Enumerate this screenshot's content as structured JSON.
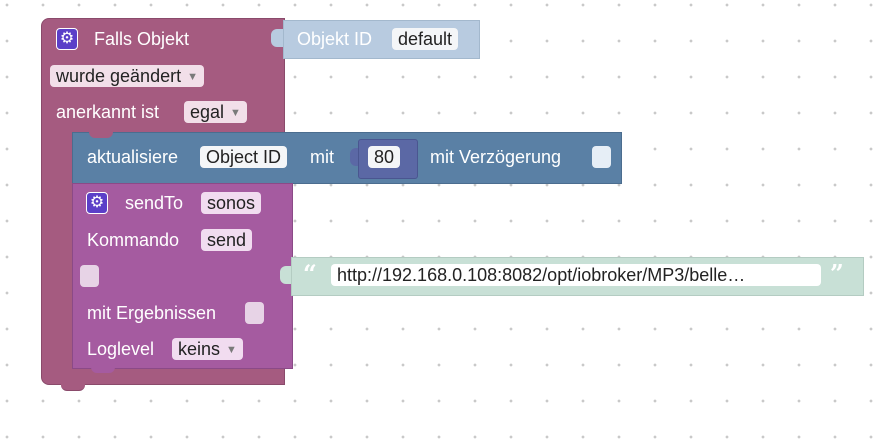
{
  "trigger": {
    "title": "Falls Objekt",
    "object_id_label": "Objekt ID",
    "object_id_value": "default",
    "changed_option": "wurde geändert",
    "ack_label": "anerkannt ist",
    "ack_option": "egal"
  },
  "update": {
    "prefix": "aktualisiere",
    "object_id_field": "Object ID",
    "with_label": "mit",
    "value": "80",
    "delay_label": "mit Verzögerung"
  },
  "sendto": {
    "title": "sendTo",
    "instance": "sonos",
    "command_label": "Kommando",
    "command_value": "send",
    "results_label": "mit Ergebnissen",
    "loglevel_label": "Loglevel",
    "loglevel_value": "keins"
  },
  "string": {
    "open_quote": "“",
    "value": "http://192.168.0.108:8082/opt/iobroker/MP3/belle…",
    "close_quote": "”"
  },
  "icons": {
    "gear": "gear-icon",
    "caret": "▼"
  }
}
